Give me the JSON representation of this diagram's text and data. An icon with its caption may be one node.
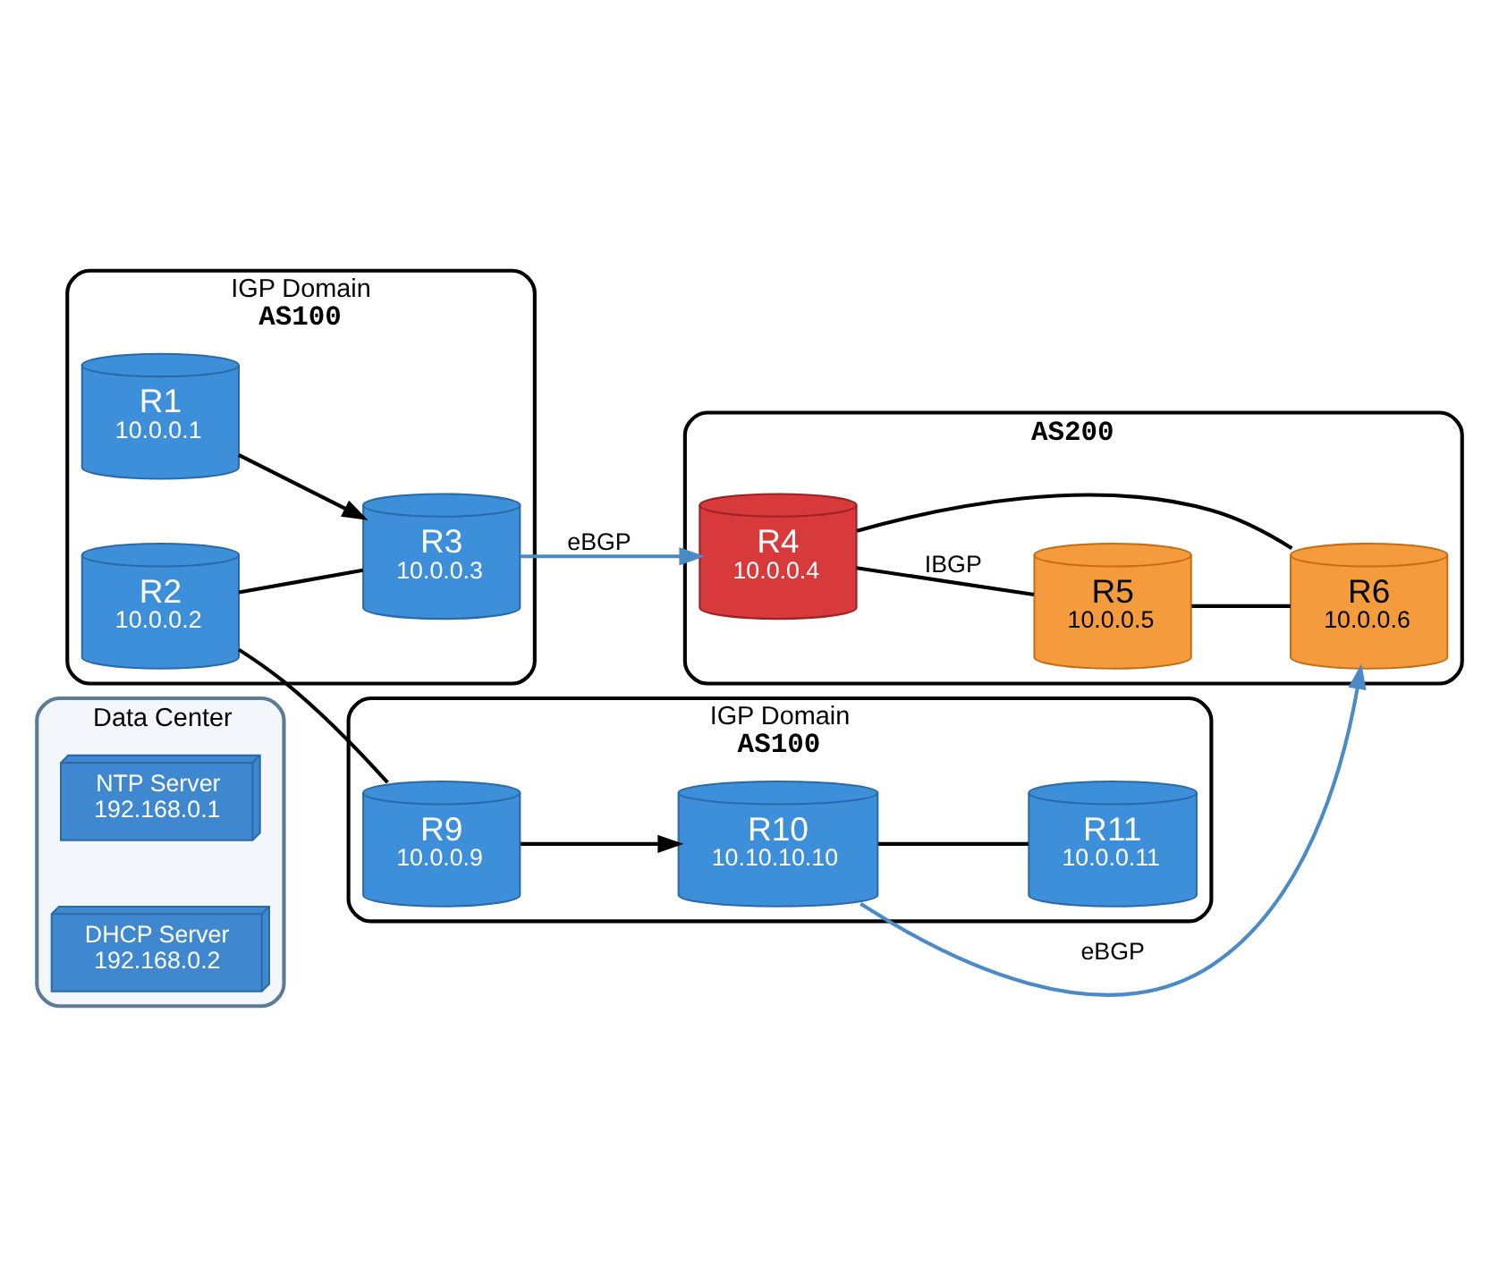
{
  "diagram": {
    "nodes": [
      {
        "text": [
          "Data Center"
        ]
      },
      {
        "text": [
          "NTP Server",
          "192.168.0.1"
        ],
        "in": 0
      },
      {
        "text": [
          "DHCP Server",
          "192.168.0.2"
        ],
        "in": 0
      },
      {
        "text": [
          "IGP Domain",
          "AS100"
        ]
      },
      {
        "text": [
          "R1",
          "10.0.0.1"
        ],
        "in": 3
      },
      {
        "text": [
          "R3",
          "10.0.0.3"
        ],
        "in": 3
      },
      {
        "text": [
          "R2",
          "10.0.0.2"
        ],
        "in": 3
      },
      {
        "text": [
          "AS200"
        ]
      },
      {
        "text": [
          "R4",
          "10.0.0.4"
        ],
        "in": 7
      },
      {
        "text": [
          "R5",
          "10.0.0.5"
        ],
        "in": 7
      },
      {
        "text": [
          "R6",
          "10.0.0.6"
        ],
        "in": 7
      },
      {
        "text": [
          "IGP Domain",
          "AS100"
        ]
      },
      {
        "text": [
          "R9",
          "10.0.0.9"
        ],
        "in": 11
      },
      {
        "text": [
          "R10",
          "10.10.10.10"
        ],
        "in": 11
      },
      {
        "text": [
          "R11",
          "10.0.0.11"
        ],
        "in": 11
      }
    ],
    "edges": [
      {
        "from": 4,
        "to": 5,
        "arrow": "to"
      },
      {
        "from": 6,
        "to": 5,
        "arrow": "none"
      },
      {
        "from": 5,
        "to": 8,
        "arrow": "to",
        "label": "eBGP",
        "color": "#4a8ac6"
      },
      {
        "from": 8,
        "to": 9,
        "arrow": "none",
        "label": "IBGP"
      },
      {
        "from": 8,
        "to": 10,
        "arrow": "none"
      },
      {
        "from": 9,
        "to": 10,
        "arrow": "none"
      },
      {
        "from": 6,
        "to": 12,
        "arrow": "none"
      },
      {
        "from": 12,
        "to": 13,
        "arrow": "to"
      },
      {
        "from": 13,
        "to": 14,
        "arrow": "none"
      },
      {
        "from": 13,
        "to": 10,
        "arrow": "to",
        "label": "eBGP",
        "color": "#4a8ac6"
      }
    ]
  }
}
